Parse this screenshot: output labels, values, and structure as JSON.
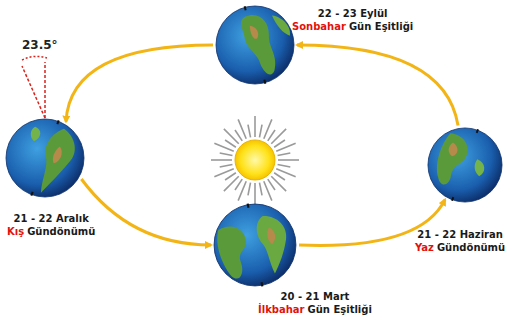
{
  "diagram": {
    "nodes": [
      {
        "text": [
          "22 - 23 Eylül",
          "Sonbahar",
          "Gün Eşitliği"
        ]
      },
      {
        "text": [
          "21 - 22 Aralık",
          "Kış",
          "Gündönümü"
        ]
      },
      {
        "text": [
          "21 - 22 Haziran",
          "Yaz",
          "Gündönümü"
        ]
      },
      {
        "text": [
          "20 - 21 Mart",
          "İlkbahar",
          "Gün Eşitliği"
        ]
      }
    ],
    "edges": [
      {
        "from": 2,
        "to": 0,
        "arrow": "to"
      },
      {
        "from": 0,
        "to": 1,
        "arrow": "to"
      },
      {
        "from": 1,
        "to": 3,
        "arrow": "to"
      },
      {
        "from": 3,
        "to": 2,
        "arrow": "to"
      }
    ],
    "labels": [
      "23.5°"
    ]
  }
}
